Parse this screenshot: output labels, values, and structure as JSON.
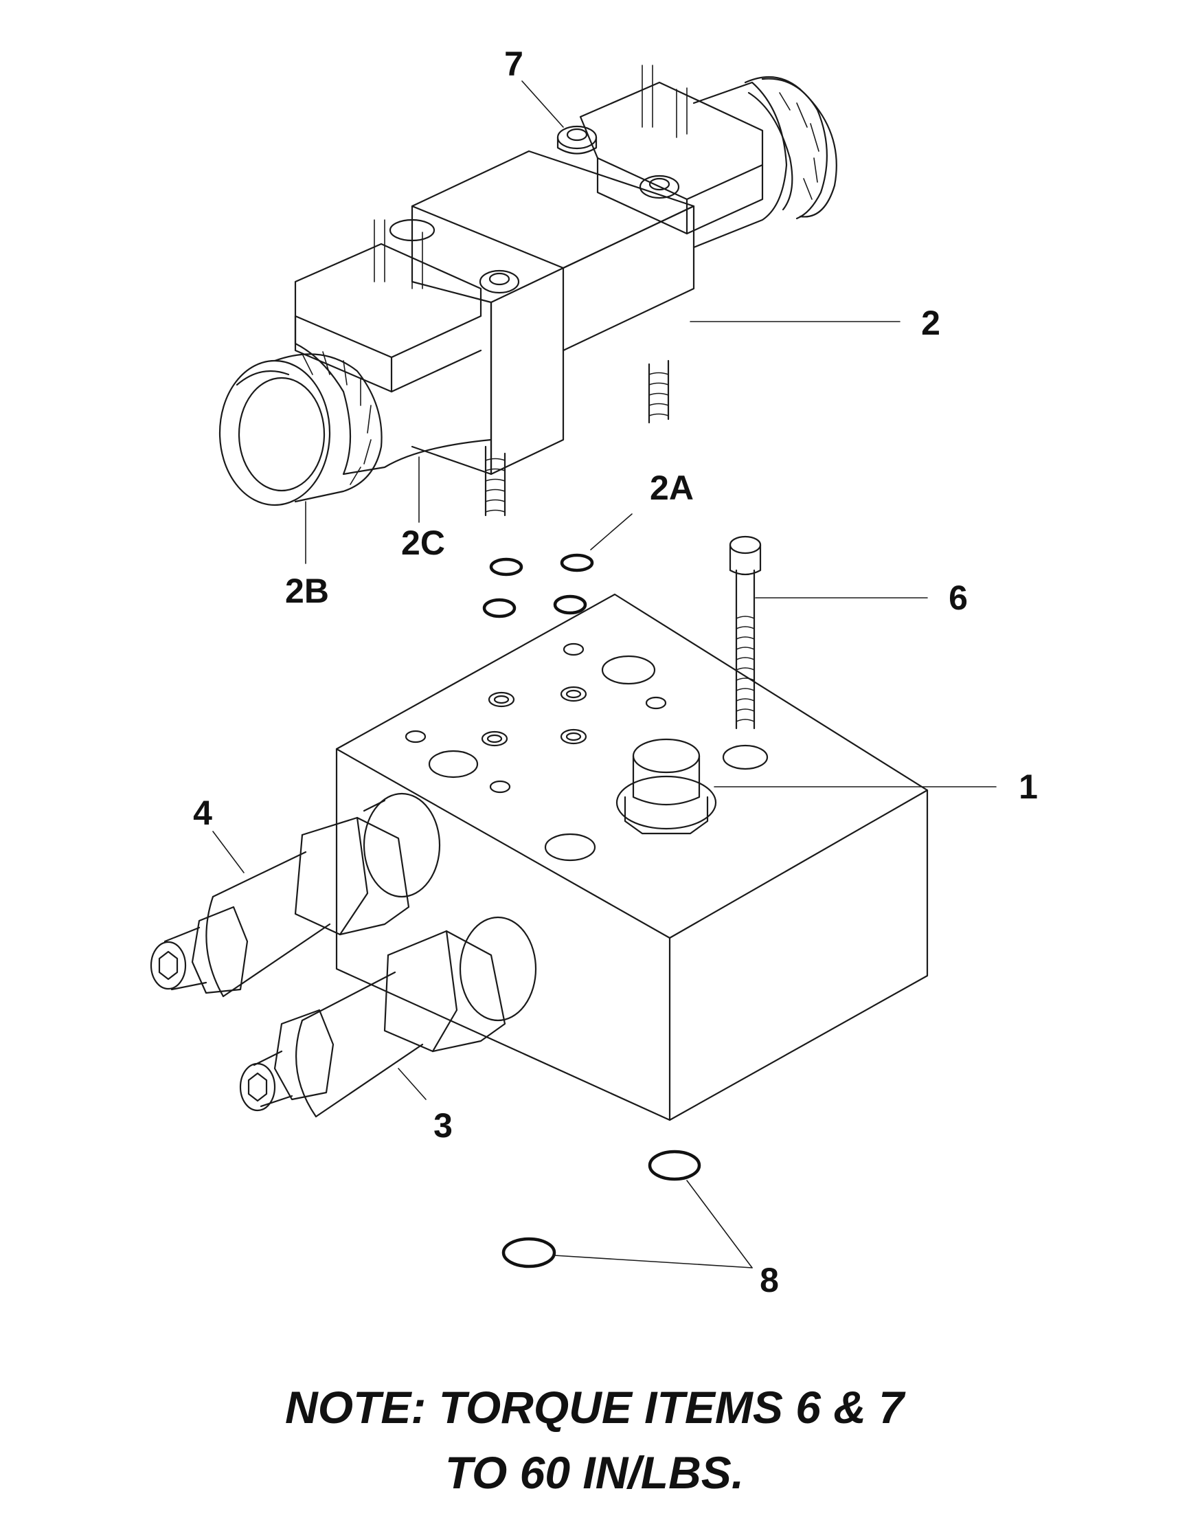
{
  "callouts": {
    "item_1": "1",
    "item_2": "2",
    "item_2a": "2A",
    "item_2b": "2B",
    "item_2c": "2C",
    "item_3": "3",
    "item_4": "4",
    "item_6": "6",
    "item_7": "7",
    "item_8": "8"
  },
  "note": {
    "line1": "NOTE: TORQUE ITEMS 6 & 7",
    "line2": "TO 60 IN/LBS."
  }
}
